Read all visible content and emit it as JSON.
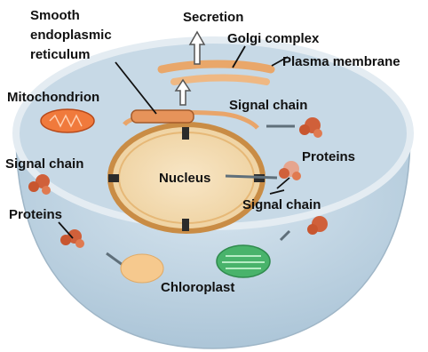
{
  "labels": {
    "smooth_er": [
      "Smooth",
      "endoplasmic",
      "reticulum"
    ],
    "secretion": "Secretion",
    "golgi": "Golgi complex",
    "plasma_membrane": "Plasma membrane",
    "mitochondrion": "Mitochondrion",
    "signal_chain_top_right": "Signal chain",
    "signal_chain_left": "Signal chain",
    "nucleus": "Nucleus",
    "proteins_right": "Proteins",
    "signal_chain_right": "Signal chain",
    "proteins_left": "Proteins",
    "chloroplast": "Chloroplast"
  },
  "colors": {
    "cell_body": "#c9dbe8",
    "cell_rim": "#dfe7ee",
    "cytoplasm_top": "#b8cfe0",
    "nucleus_fill": "#f1dbb5",
    "nucleus_ring": "#d39a4e",
    "mitochondrion": "#f07a3c",
    "protein": "#c8562f",
    "chloroplast": "#49b36b",
    "vesicle": "#f6c98e",
    "golgi": "#e9a76a",
    "arrow": "#ffffff"
  },
  "icons": [
    "secretion-arrow-icon",
    "membrane-arrow-icon"
  ]
}
